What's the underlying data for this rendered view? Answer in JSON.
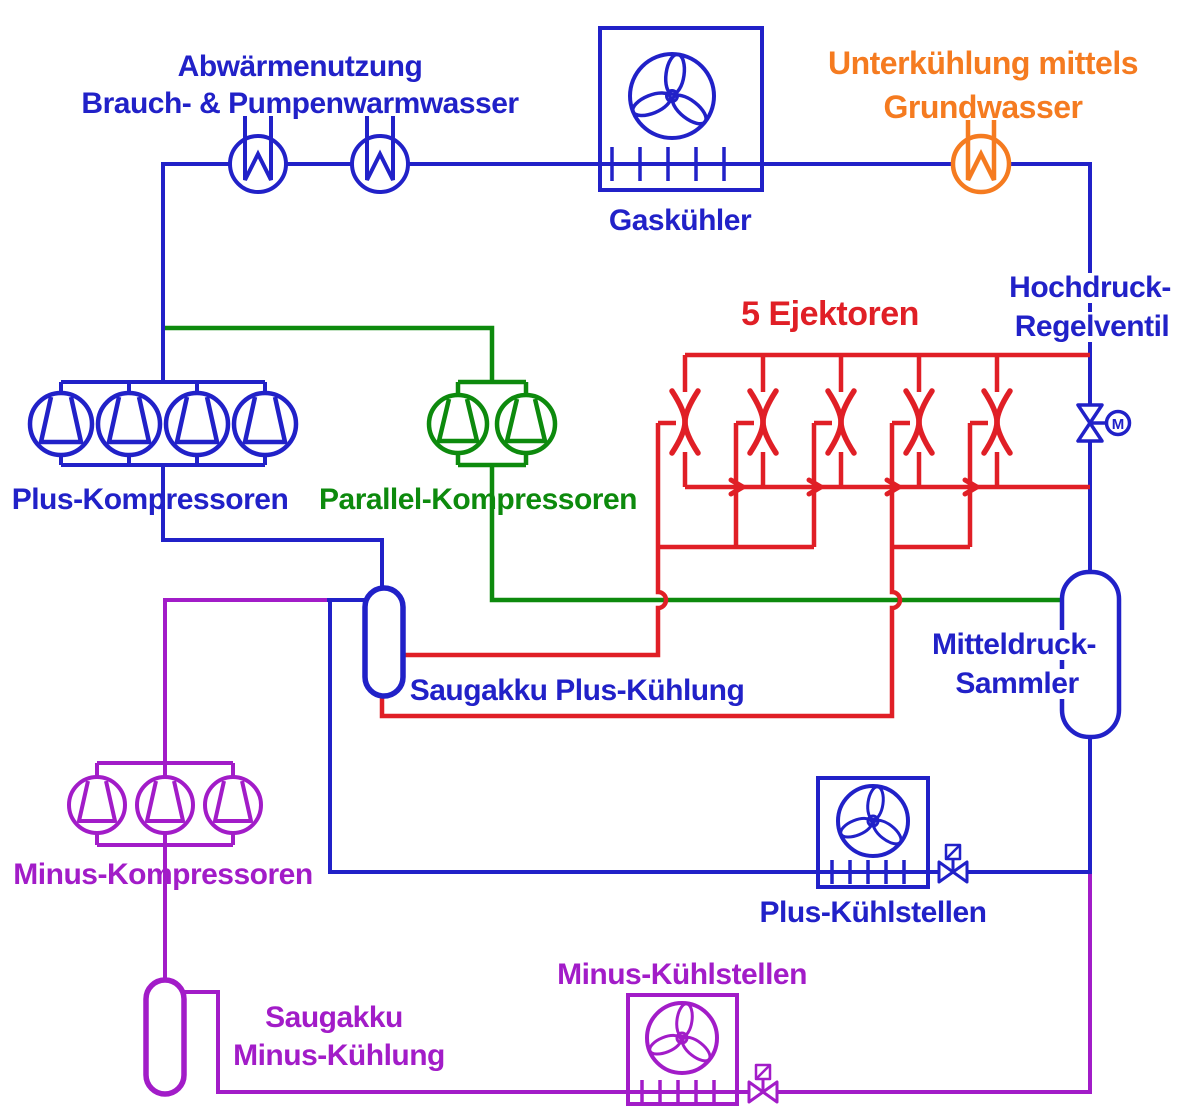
{
  "diagram": {
    "type": "refrigeration-system-schematic",
    "background": "#ffffff",
    "colors": {
      "pipe_blue": "#2121c8",
      "pipe_green": "#0d8a0d",
      "pipe_red": "#e01f26",
      "pipe_orange": "#f57b20",
      "pipe_purple": "#a21cc8"
    },
    "labels": {
      "heat_recovery_1": "Abwärmenutzung",
      "heat_recovery_2": "Brauch- & Pumpenwarmwasser",
      "gas_cooler": "Gaskühler",
      "subcooling_1": "Unterkühlung mittels",
      "subcooling_2": "Grundwasser",
      "hp_valve_1": "Hochdruck-",
      "hp_valve_2": "Regelventil",
      "ejectors": "5 Ejektoren",
      "plus_compressors": "Plus-Kompressoren",
      "parallel_compressors": "Parallel-Kompressoren",
      "suction_accumulator_plus": "Saugakku Plus-Kühlung",
      "mp_receiver_1": "Mitteldruck-",
      "mp_receiver_2": "Sammler",
      "minus_compressors": "Minus-Kompressoren",
      "plus_cooling_points": "Plus-Kühlstellen",
      "minus_cooling_points": "Minus-Kühlstellen",
      "suction_accumulator_minus_1": "Saugakku",
      "suction_accumulator_minus_2": "Minus-Kühlung",
      "motor": "M"
    },
    "counts": {
      "ejectors": 5,
      "plus_compressors": 4,
      "parallel_compressors": 2,
      "minus_compressors": 3
    }
  }
}
